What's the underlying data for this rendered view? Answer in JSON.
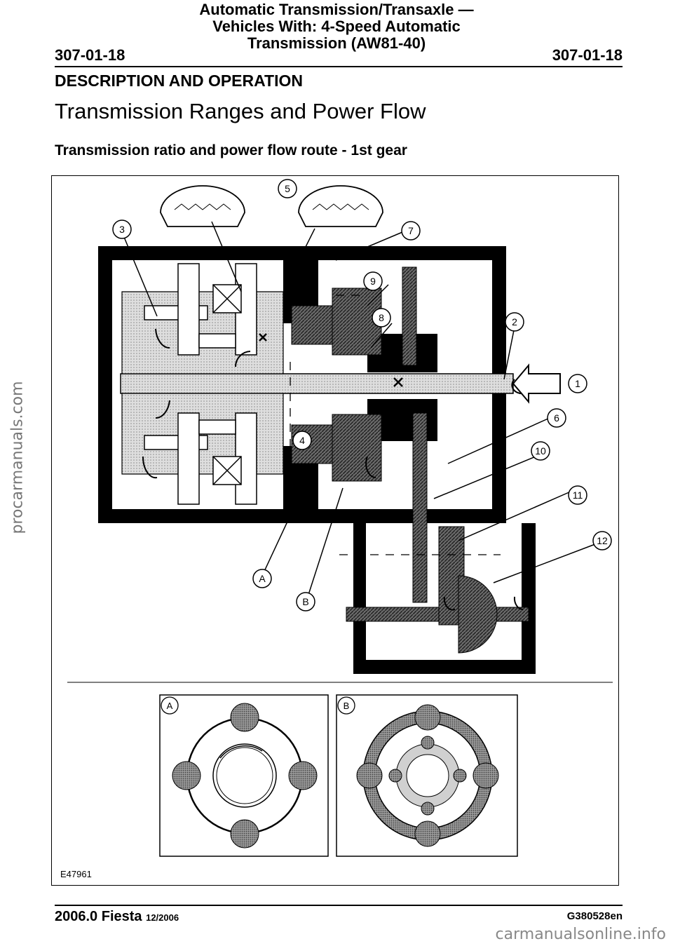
{
  "header": {
    "title_line1": "Automatic Transmission/Transaxle —",
    "title_line2": "Vehicles With: 4-Speed Automatic",
    "title_line3": "Transmission (AW81-40)",
    "page_left": "307-01-18",
    "page_right": "307-01-18"
  },
  "section": "DESCRIPTION AND OPERATION",
  "page_title": "Transmission Ranges and Power Flow",
  "subtitle": "Transmission ratio and power flow route - 1st gear",
  "figure": {
    "callouts": [
      "1",
      "2",
      "3",
      "4",
      "5",
      "6",
      "7",
      "8",
      "9",
      "10",
      "11",
      "12",
      "A",
      "B"
    ],
    "inset_a_label": "A",
    "inset_b_label": "B",
    "code": "E47961"
  },
  "footer": {
    "model": "2006.0 Fiesta",
    "date": "12/2006",
    "code": "G380528en"
  },
  "watermarks": {
    "side": "procarmanuals.com",
    "bottom": "carmanualsonline.info"
  }
}
